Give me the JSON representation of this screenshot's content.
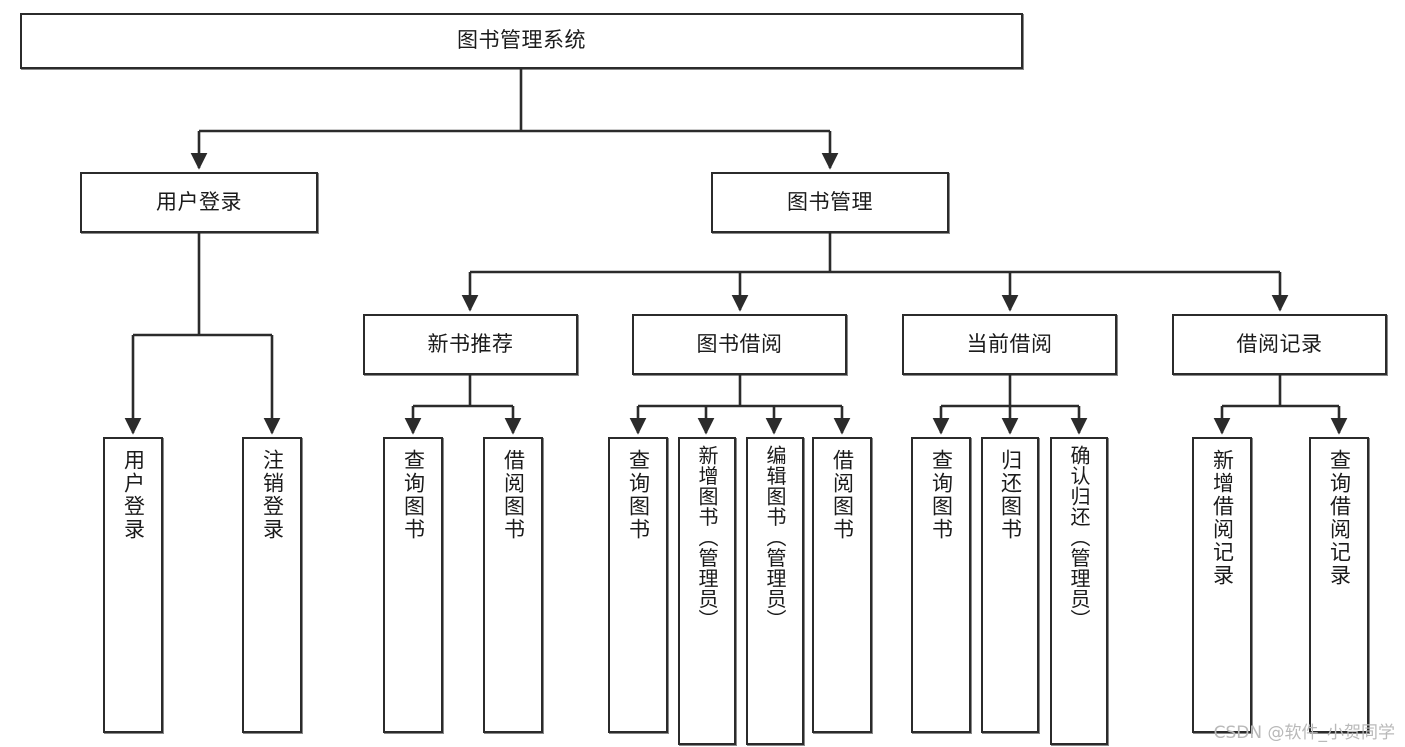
{
  "diagram": {
    "title": "图书管理系统",
    "type": "tree",
    "watermark": "CSDN @软件_小贺同学",
    "colors": {
      "node_border": "#2b2b2b",
      "node_fill": "#ffffff",
      "edge": "#2b2b2b",
      "text": "#1b1b1b",
      "watermark": "#b9b9b9"
    },
    "nodes": {
      "root": {
        "label": "图书管理系统"
      },
      "level2": [
        {
          "id": "user-login",
          "label": "用户登录"
        },
        {
          "id": "book-manage",
          "label": "图书管理"
        }
      ],
      "level3": [
        {
          "id": "new-book-recommend",
          "label": "新书推荐"
        },
        {
          "id": "book-borrow",
          "label": "图书借阅"
        },
        {
          "id": "current-borrow",
          "label": "当前借阅"
        },
        {
          "id": "borrow-record",
          "label": "借阅记录"
        }
      ],
      "leaves": {
        "user-login": [
          {
            "id": "leaf-user-login",
            "label": "用户登录"
          },
          {
            "id": "leaf-user-logout",
            "label": "注销登录"
          }
        ],
        "new-book-recommend": [
          {
            "id": "leaf-query-book-1",
            "label": "查询图书"
          },
          {
            "id": "leaf-borrow-book-1",
            "label": "借阅图书"
          }
        ],
        "book-borrow": [
          {
            "id": "leaf-query-book-2",
            "label": "查询图书"
          },
          {
            "id": "leaf-add-book",
            "label": "新增图书（管理员）"
          },
          {
            "id": "leaf-edit-book",
            "label": "编辑图书（管理员）"
          },
          {
            "id": "leaf-borrow-book-2",
            "label": "借阅图书"
          }
        ],
        "current-borrow": [
          {
            "id": "leaf-query-book-3",
            "label": "查询图书"
          },
          {
            "id": "leaf-return-book",
            "label": "归还图书"
          },
          {
            "id": "leaf-confirm-return",
            "label": "确认归还（管理员）"
          }
        ],
        "borrow-record": [
          {
            "id": "leaf-add-record",
            "label": "新增借阅记录"
          },
          {
            "id": "leaf-query-record",
            "label": "查询借阅记录"
          }
        ]
      }
    }
  }
}
